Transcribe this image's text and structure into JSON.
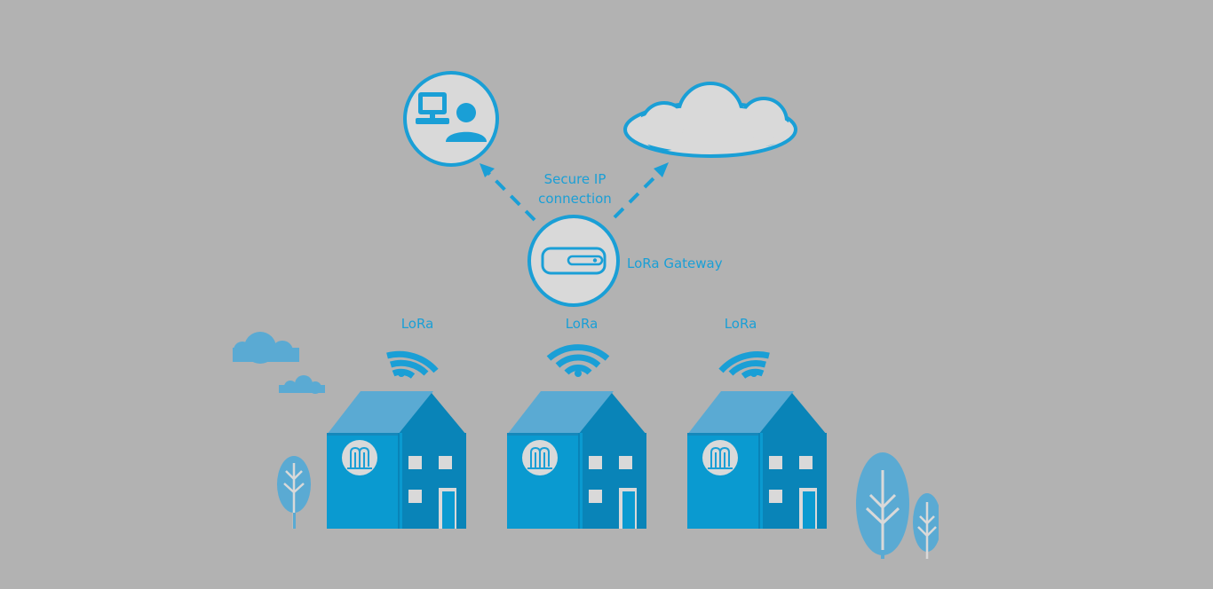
{
  "labels": {
    "secure_ip_line1": "Secure IP",
    "secure_ip_line2": "connection",
    "gateway": "LoRa Gateway",
    "lora": [
      "LoRa",
      "LoRa",
      "LoRa"
    ]
  },
  "icons": {
    "user_workstation": "computer-user-icon",
    "cloud": "cloud-icon",
    "gateway_device": "gateway-device-icon",
    "signal": "wifi-signal-icon",
    "house": "house-icon",
    "meter": "meter-icon",
    "tree": "tree-icon"
  },
  "colors": {
    "background": "#b2b2b2",
    "accent": "#1a9fd6",
    "house_light": "#5aaad3",
    "house_front": "#0a9ad0",
    "house_side": "#0984b8",
    "light_fill": "#d9d9d9"
  }
}
